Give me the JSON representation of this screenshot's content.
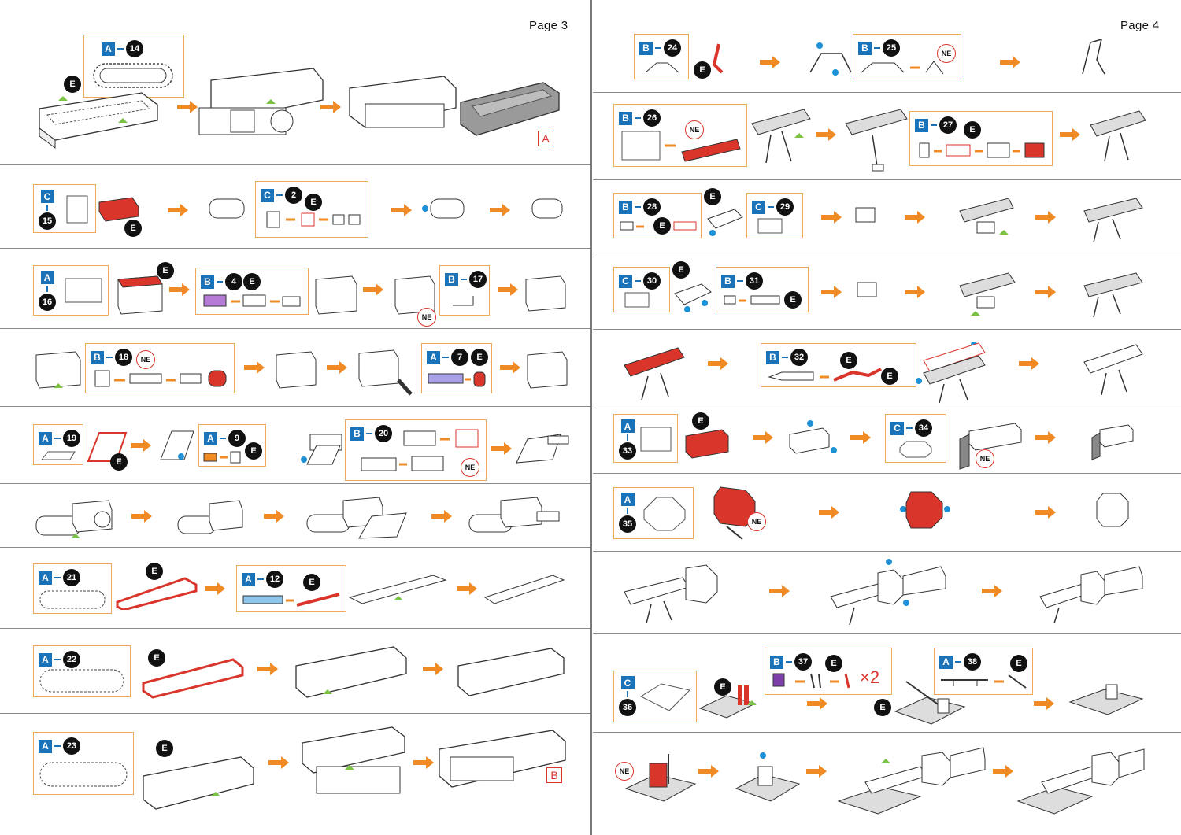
{
  "pages": [
    {
      "label": "Page 3"
    },
    {
      "label": "Page 4"
    }
  ],
  "markers": {
    "a": "A",
    "b": "B"
  },
  "badges": {
    "e": "E",
    "ne": "NE"
  },
  "multiplier": "×2",
  "left_steps": [
    {
      "sheet": "A",
      "num": "14"
    },
    {
      "sheet": "C",
      "num": "15"
    },
    {
      "sheet": "C",
      "num": "2"
    },
    {
      "sheet": "A",
      "num": "16"
    },
    {
      "sheet": "B",
      "num": "4"
    },
    {
      "sheet": "B",
      "num": "17"
    },
    {
      "sheet": "B",
      "num": "18"
    },
    {
      "sheet": "A",
      "num": "7"
    },
    {
      "sheet": "A",
      "num": "19"
    },
    {
      "sheet": "A",
      "num": "9"
    },
    {
      "sheet": "B",
      "num": "20"
    },
    {
      "sheet": "A",
      "num": "21"
    },
    {
      "sheet": "A",
      "num": "12"
    },
    {
      "sheet": "A",
      "num": "22"
    },
    {
      "sheet": "A",
      "num": "23"
    }
  ],
  "right_steps": [
    {
      "sheet": "B",
      "num": "24"
    },
    {
      "sheet": "B",
      "num": "25"
    },
    {
      "sheet": "B",
      "num": "26"
    },
    {
      "sheet": "B",
      "num": "27"
    },
    {
      "sheet": "B",
      "num": "28"
    },
    {
      "sheet": "C",
      "num": "29"
    },
    {
      "sheet": "C",
      "num": "30"
    },
    {
      "sheet": "B",
      "num": "31"
    },
    {
      "sheet": "B",
      "num": "32"
    },
    {
      "sheet": "A",
      "num": "33"
    },
    {
      "sheet": "C",
      "num": "34"
    },
    {
      "sheet": "A",
      "num": "35"
    },
    {
      "sheet": "C",
      "num": "36"
    },
    {
      "sheet": "B",
      "num": "37"
    },
    {
      "sheet": "A",
      "num": "38"
    }
  ],
  "colors": {
    "accent_orange": "#f08a24",
    "part_red": "#d9352b",
    "sheet_blue": "#1a73b8",
    "box_border": "#f0a85a",
    "dot_blue": "#1e90d6",
    "arrow_green": "#7cc242"
  }
}
